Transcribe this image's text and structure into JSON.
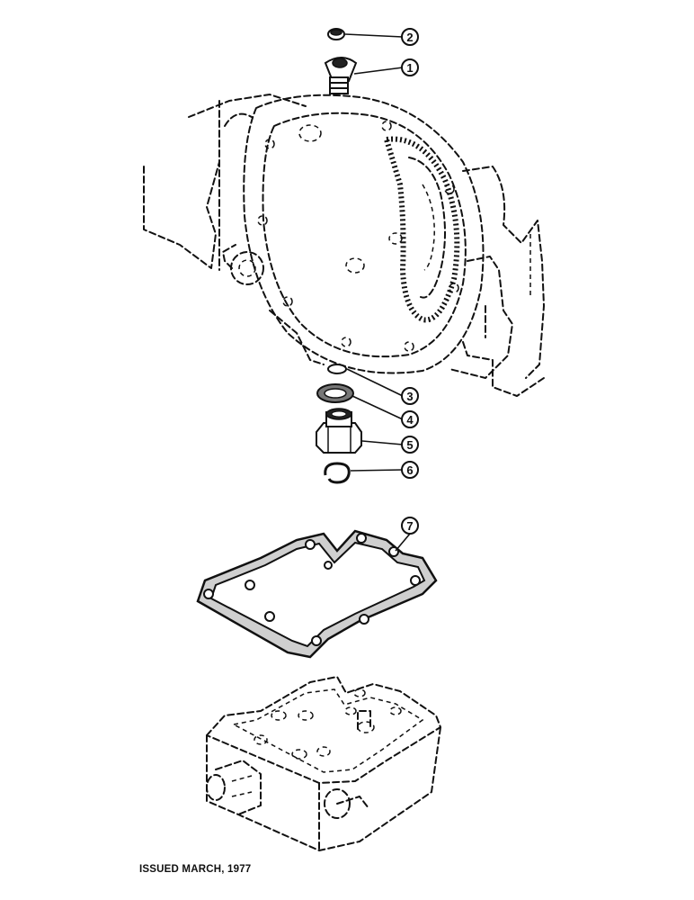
{
  "callouts": [
    {
      "id": "2",
      "label": "2"
    },
    {
      "id": "1",
      "label": "1"
    },
    {
      "id": "3",
      "label": "3"
    },
    {
      "id": "4",
      "label": "4"
    },
    {
      "id": "5",
      "label": "5"
    },
    {
      "id": "6",
      "label": "6"
    },
    {
      "id": "7",
      "label": "7"
    }
  ],
  "footer": {
    "issued": "ISSUED MARCH, 1977"
  }
}
